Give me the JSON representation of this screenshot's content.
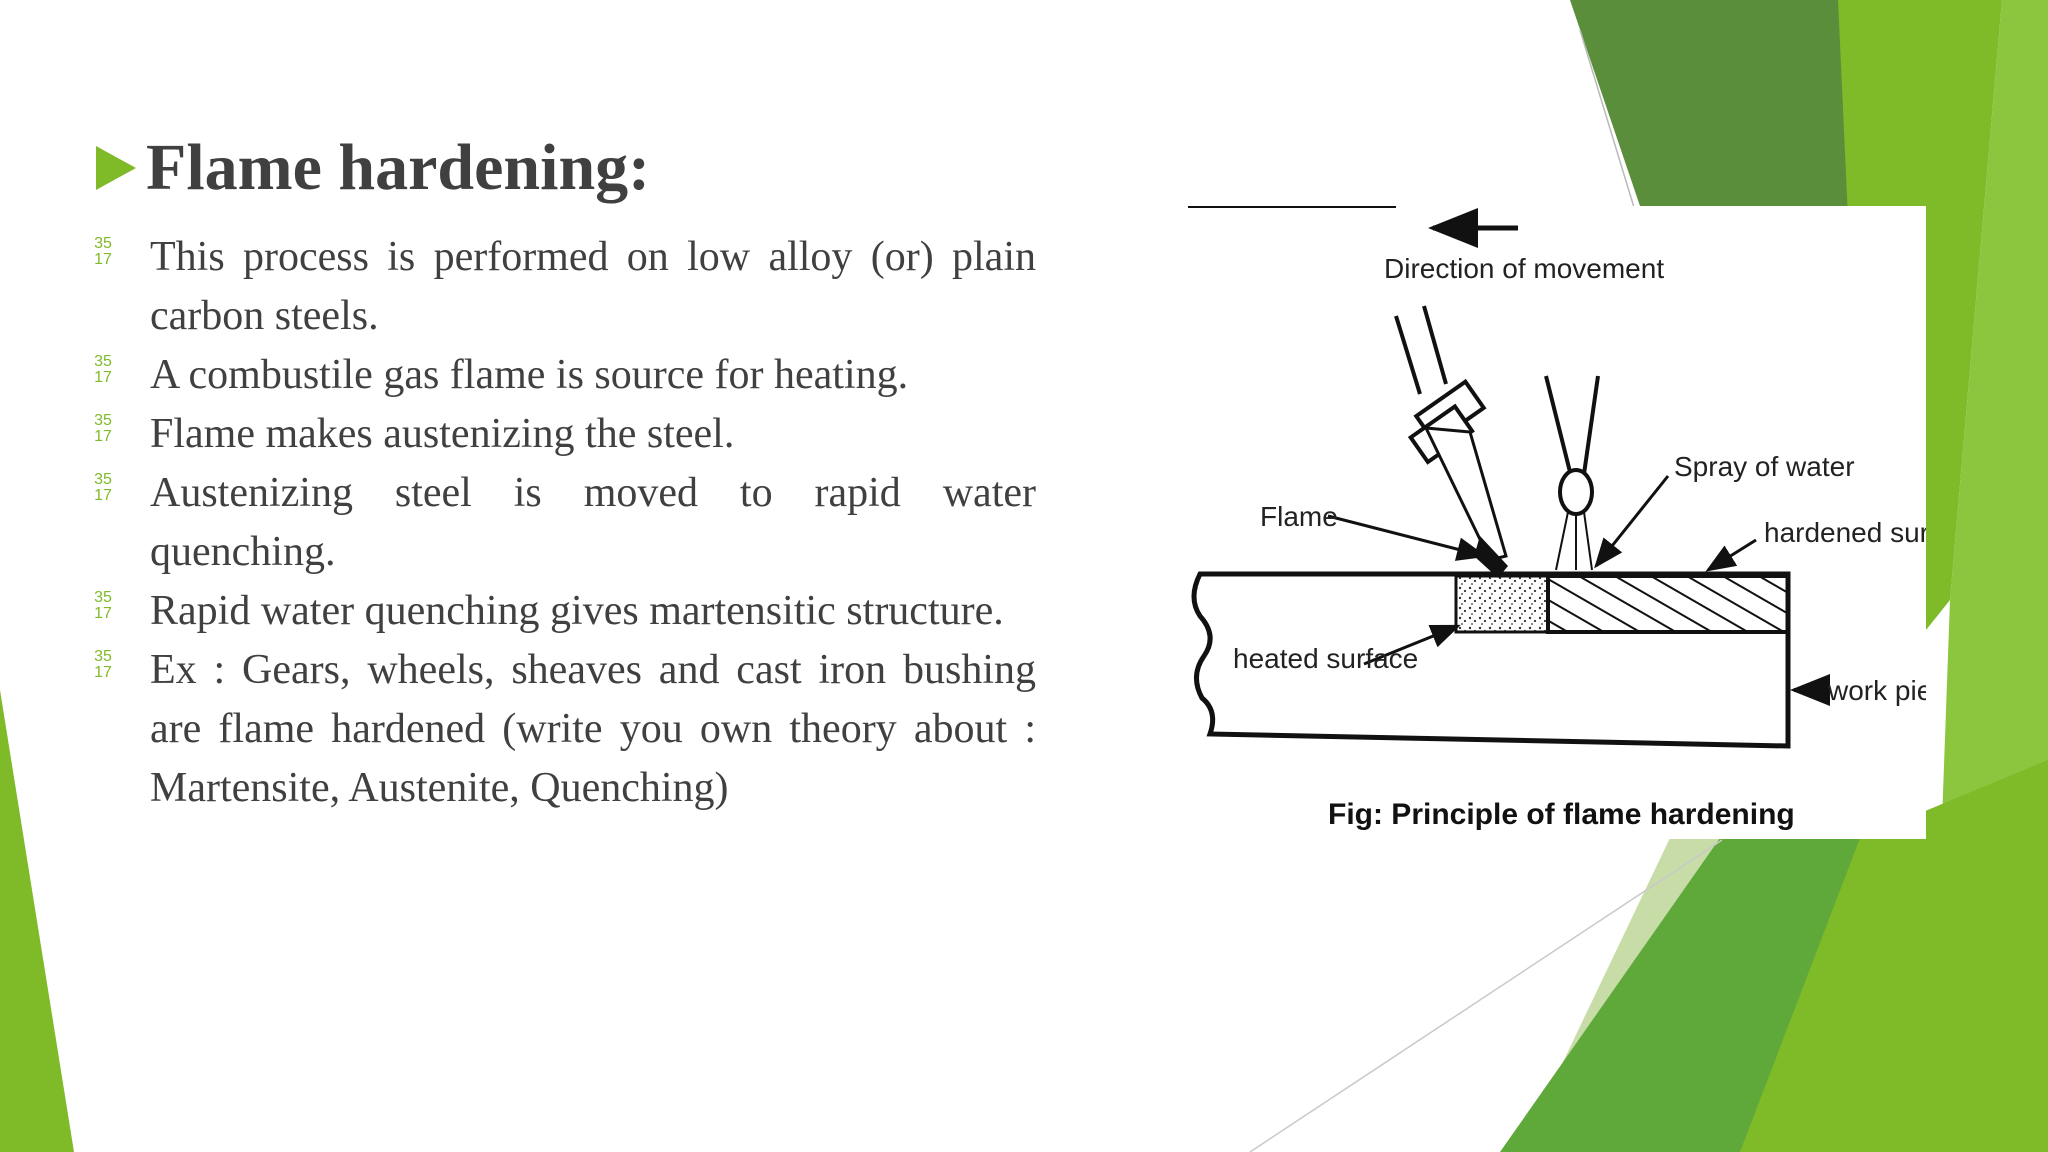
{
  "slide": {
    "title": "Flame hardening:",
    "bullets": [
      {
        "marker_top": "35",
        "marker_bottom": "17",
        "text": "This process is performed on low alloy (or) plain carbon steels."
      },
      {
        "marker_top": "35",
        "marker_bottom": "17",
        "text": "A combustile gas flame is source for heating."
      },
      {
        "marker_top": "35",
        "marker_bottom": "17",
        "text": "Flame makes austenizing the steel."
      },
      {
        "marker_top": "35",
        "marker_bottom": "17",
        "text": "Austenizing steel is moved to rapid water quenching."
      },
      {
        "marker_top": "35",
        "marker_bottom": "17",
        "text": "Rapid water quenching gives martensitic structure."
      },
      {
        "marker_top": "35",
        "marker_bottom": "17",
        "text": "Ex : Gears, wheels, sheaves and cast iron bushing are flame hardened (write you own theory about : Martensite, Austenite, Quenching)"
      }
    ]
  },
  "figure": {
    "labels": {
      "direction": "Direction of movement",
      "flame": "Flame",
      "spray": "Spray of water",
      "hardened": "hardened surface",
      "heated": "heated surface",
      "workpiece": "work piece"
    },
    "caption": "Fig: Principle of flame hardening"
  },
  "theme": {
    "accent": "#7fba29",
    "dark_green": "#5a8e3a",
    "light_green": "#c8dca8",
    "text_color": "#404040"
  }
}
